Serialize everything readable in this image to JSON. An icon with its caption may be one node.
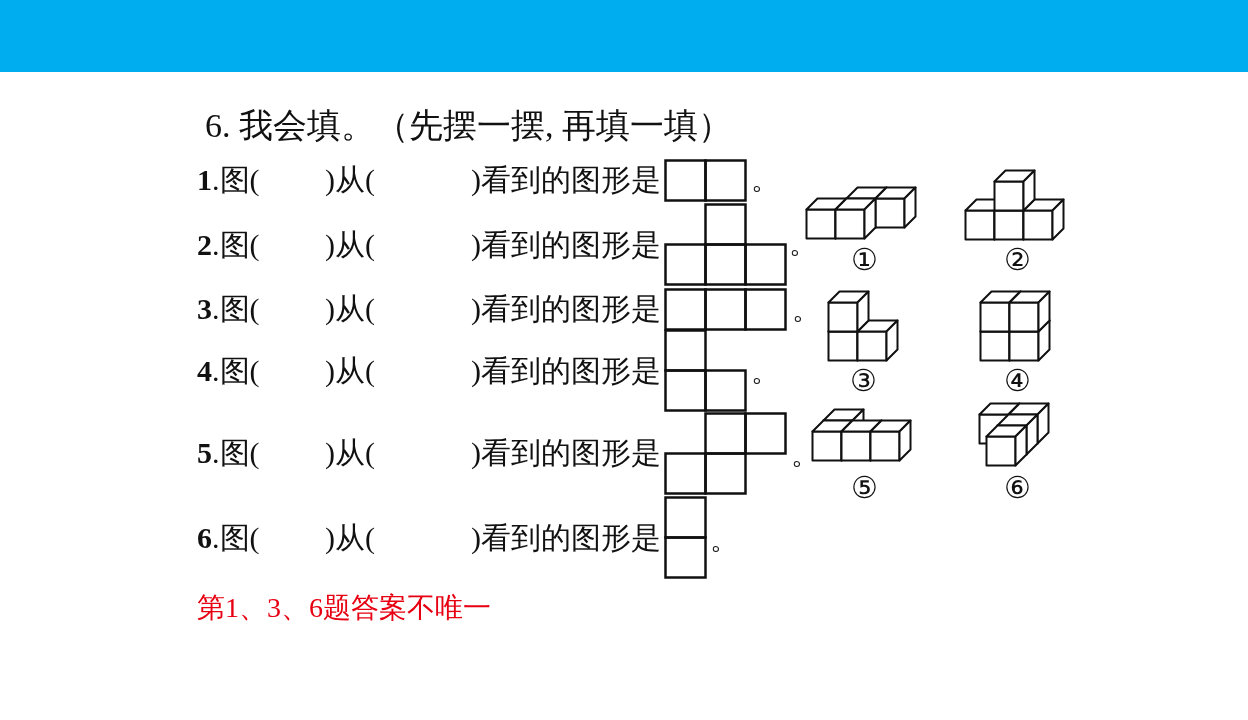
{
  "diagram": {
    "title": "6. 我会填。（先摆一摆, 再填一填）",
    "labels": [
      "**1**.图(",
      ")从(",
      ")看到的图形是",
      "。",
      "**2**.图(",
      ")从(",
      ")看到的图形是",
      "。",
      "**3**.图(",
      ")从(",
      ")看到的图形是",
      "。",
      "**4**.图(",
      ")从(",
      ")看到的图形是",
      "。",
      "**5**.图(",
      ")从(",
      ")看到的图形是",
      "。",
      "**6**.图(",
      ")从(",
      ")看到的图形是",
      "。",
      "①",
      "②",
      "③",
      "④",
      "⑤",
      "⑥",
      "第1、3、6题答案不唯一"
    ]
  }
}
